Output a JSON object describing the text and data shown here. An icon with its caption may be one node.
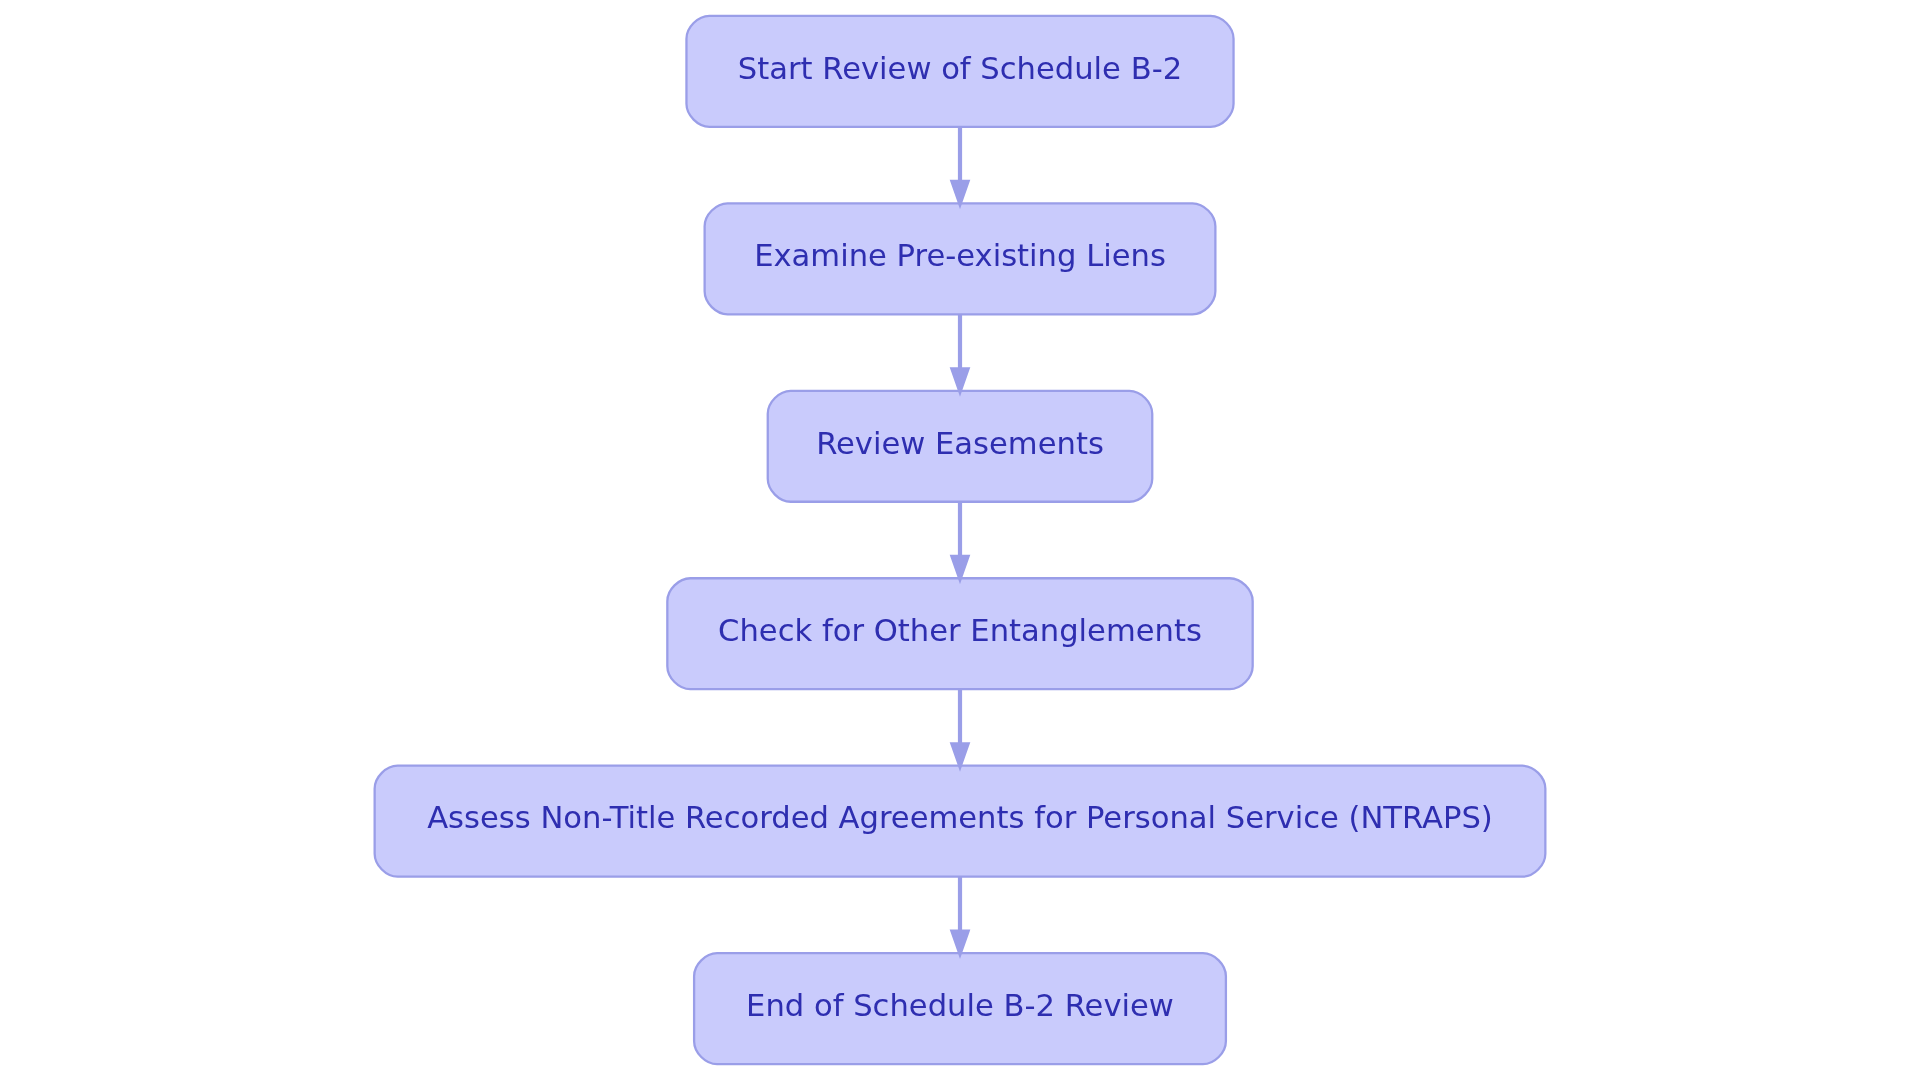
{
  "diagram": {
    "nodes": [
      {
        "text": [
          "Start Review of Schedule B-2"
        ]
      },
      {
        "text": [
          "Examine Pre-existing Liens"
        ]
      },
      {
        "text": [
          "Review Easements"
        ]
      },
      {
        "text": [
          "Check for Other Entanglements"
        ]
      },
      {
        "text": [
          "Assess Non-Title Recorded Agreements for Personal Service (NTRAPS)"
        ]
      },
      {
        "text": [
          "End of Schedule B-2 Review"
        ]
      }
    ],
    "edges": [
      {
        "from": 0,
        "to": 1,
        "arrow": "to"
      },
      {
        "from": 1,
        "to": 2,
        "arrow": "to"
      },
      {
        "from": 2,
        "to": 3,
        "arrow": "to"
      },
      {
        "from": 3,
        "to": 4,
        "arrow": "to"
      },
      {
        "from": 4,
        "to": 5,
        "arrow": "to"
      }
    ]
  }
}
